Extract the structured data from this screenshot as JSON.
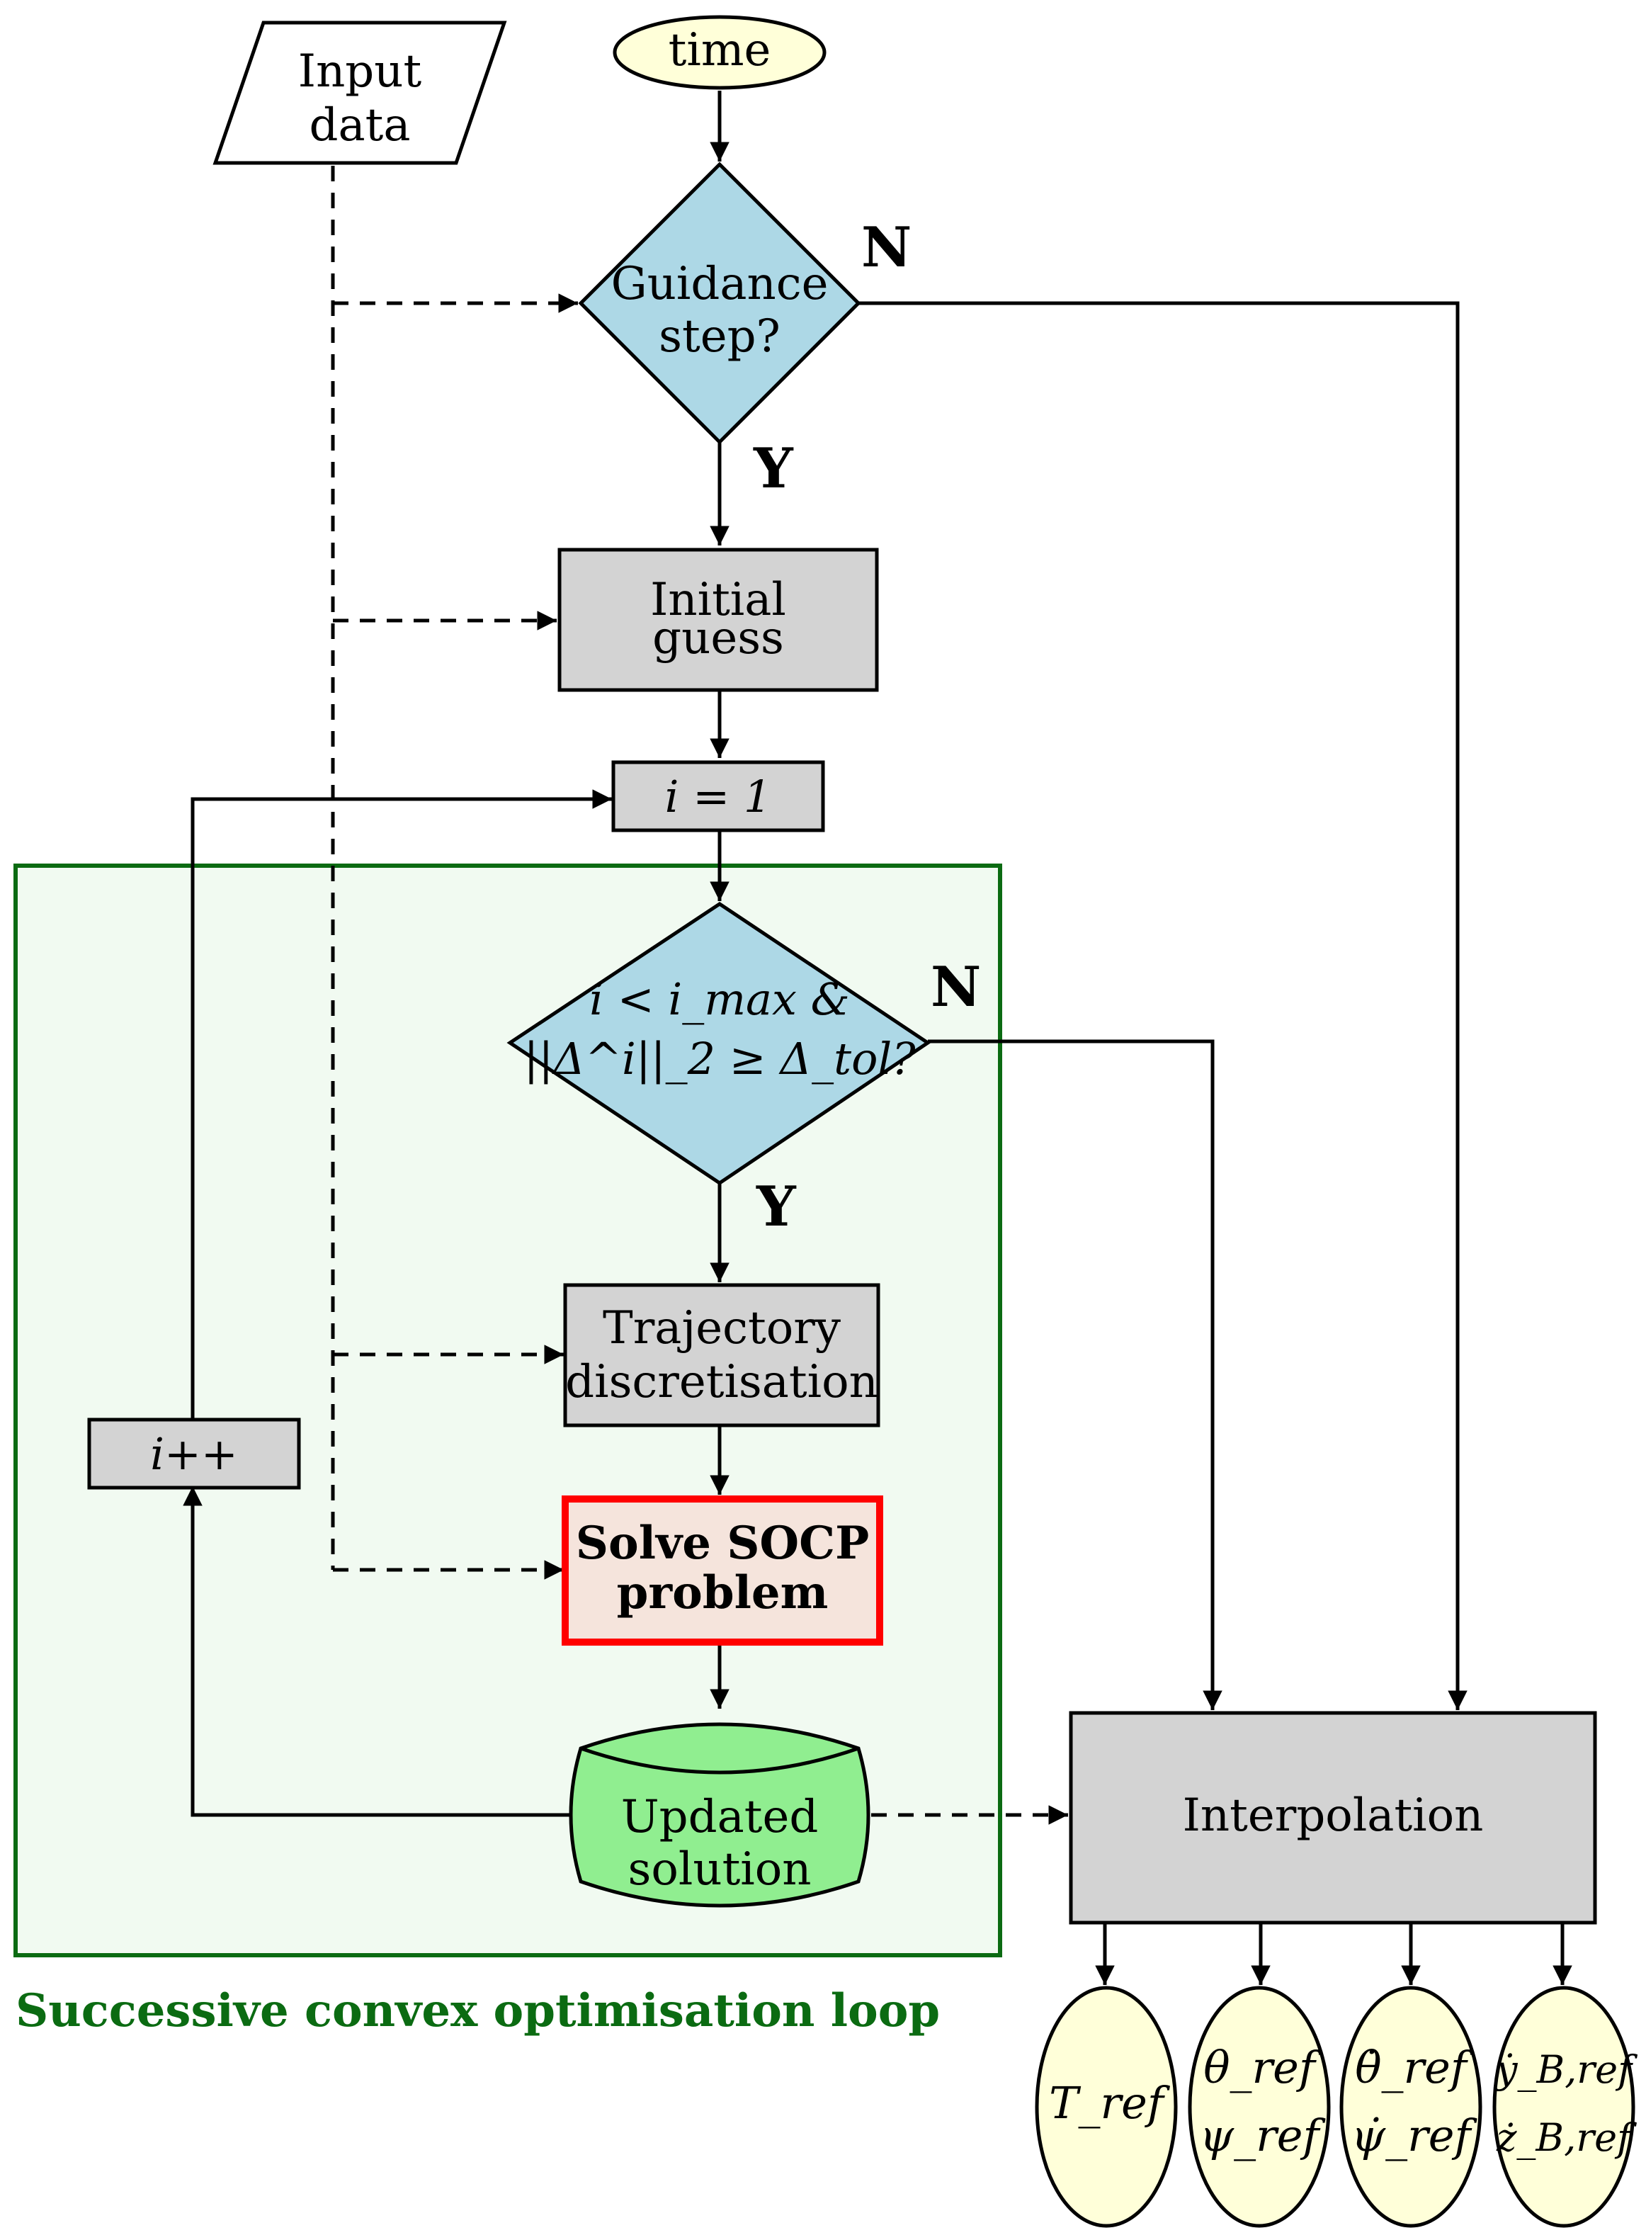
{
  "nodes": {
    "input": {
      "line1": "Input",
      "line2": "data"
    },
    "time": {
      "label": "time"
    },
    "guidance": {
      "line1": "Guidance",
      "line2": "step?"
    },
    "initial": {
      "line1": "Initial",
      "line2": "guess"
    },
    "init_i": {
      "label": "i = 1"
    },
    "condition": {
      "line1": "i < i_max &",
      "line2": "||Δ^i||_2 ≥ Δ_tol?"
    },
    "trajectory": {
      "line1": "Trajectory",
      "line2": "discretisation"
    },
    "solve": {
      "line1": "Solve SOCP",
      "line2": "problem"
    },
    "increment": {
      "label": "i++"
    },
    "updated": {
      "line1": "Updated",
      "line2": "solution"
    },
    "interpolation": {
      "label": "Interpolation"
    }
  },
  "branches": {
    "guidance_no": "N",
    "guidance_yes": "Y",
    "condition_no": "N",
    "condition_yes": "Y"
  },
  "loop_label": "Successive convex optimisation loop",
  "outputs": [
    {
      "line1": "T_ref",
      "line2": ""
    },
    {
      "line1": "θ_ref",
      "line2": "ψ_ref"
    },
    {
      "line1": "θ̇_ref",
      "line2": "ψ̇_ref"
    },
    {
      "line1": "ẏ_B,ref",
      "line2": "ż_B,ref"
    }
  ],
  "colors": {
    "decision": "#add8e6",
    "process": "#d3d3d3",
    "terminal": "#ffffd9",
    "solve_fill": "#f5e4dc",
    "solve_border": "#ff0000",
    "solution": "#90ee90",
    "loop_fill": "#f1faf1",
    "loop_border": "#0b6b12"
  }
}
